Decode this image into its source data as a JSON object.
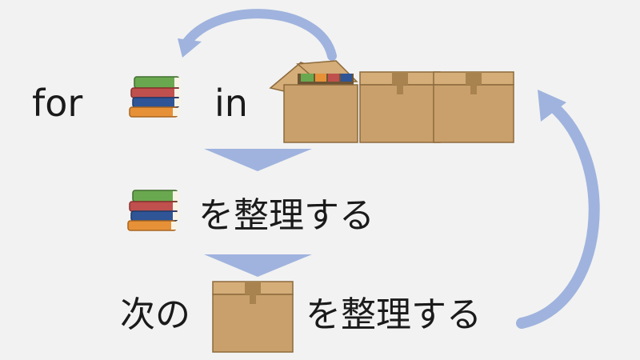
{
  "loop_header": {
    "keyword_for": "for",
    "keyword_in": "in"
  },
  "steps": {
    "organize": "を整理する",
    "next_prefix": "次の",
    "next_suffix": "を整理する"
  },
  "icons": [
    "books-stack-icon",
    "open-box-icon",
    "closed-box-icon",
    "down-arrow-icon",
    "curved-arrow-icon"
  ],
  "colors": {
    "background": "#f2f2f2",
    "arrow": "#9fb3de",
    "box": "#c9a06b",
    "box_dark": "#a9834f",
    "book_green": "#6aa84f",
    "book_red": "#c0504d",
    "book_blue": "#2f5597",
    "book_orange": "#e69138"
  }
}
